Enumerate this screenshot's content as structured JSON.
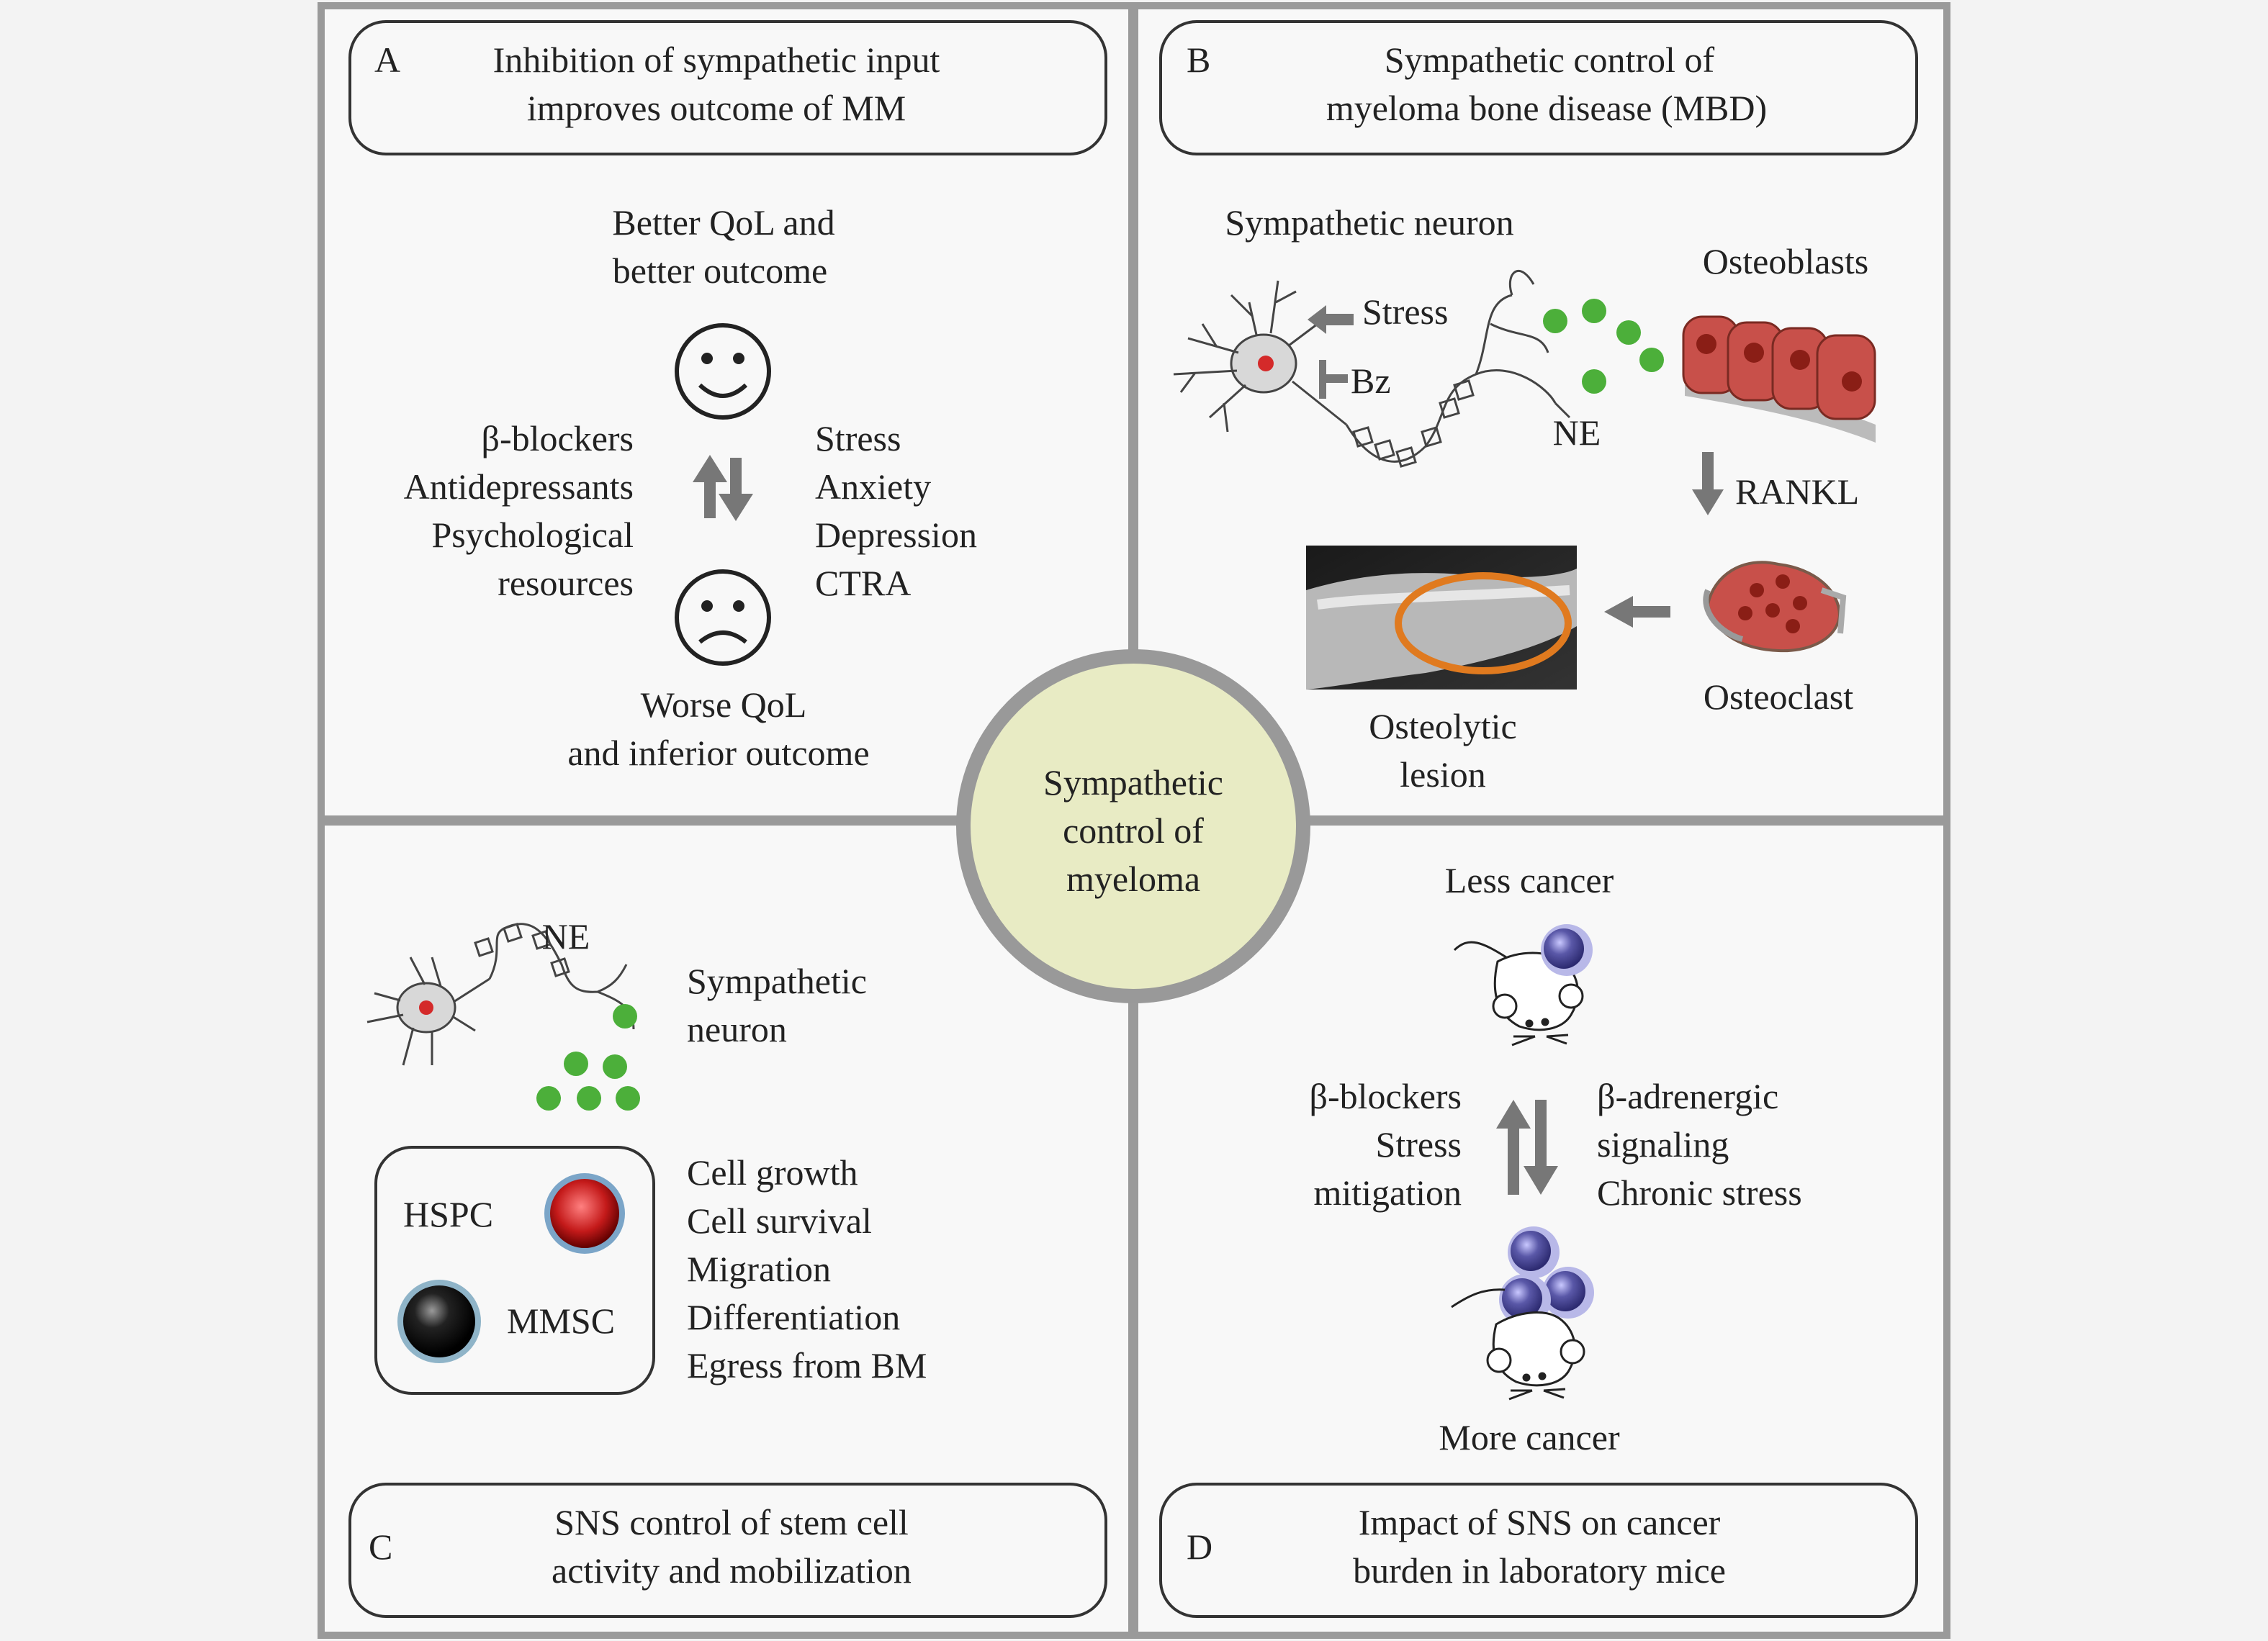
{
  "center": {
    "lines": [
      "Sympathetic",
      "control of",
      "myeloma"
    ]
  },
  "panel_a": {
    "letter": "A",
    "title_lines": [
      "Inhibition of sympathetic input",
      "improves outcome of MM"
    ],
    "top_label_lines": [
      "Better QoL and",
      "better outcome"
    ],
    "left_lines": [
      "β-blockers",
      "Antidepressants",
      "Psychological",
      "resources"
    ],
    "right_lines": [
      "Stress",
      "Anxiety",
      "Depression",
      "CTRA"
    ],
    "bottom_label_lines": [
      "Worse QoL",
      "and inferior outcome"
    ],
    "icons": [
      "smiley-face-icon",
      "sad-face-icon",
      "up-down-arrows-icon"
    ]
  },
  "panel_b": {
    "letter": "B",
    "title_lines": [
      "Sympathetic control of",
      "myeloma bone disease (MBD)"
    ],
    "neuron_label": "Sympathetic neuron",
    "stress_label": "Stress",
    "bz_label": "Bz",
    "ne_label": "NE",
    "osteoblasts_label": "Osteoblasts",
    "rankl_label": "RANKL",
    "osteoclast_label": "Osteoclast",
    "lesion_label_lines": [
      "Osteolytic",
      "lesion"
    ]
  },
  "panel_c": {
    "letter": "C",
    "title_lines": [
      "SNS control of stem cell",
      "activity and mobilization"
    ],
    "ne_label": "NE",
    "neuron_label_lines": [
      "Sympathetic",
      "neuron"
    ],
    "hspc_label": "HSPC",
    "mmsc_label": "MMSC",
    "effects_lines": [
      "Cell growth",
      "Cell survival",
      "Migration",
      "Differentiation",
      "Egress from BM"
    ]
  },
  "panel_d": {
    "letter": "D",
    "title_lines": [
      "Impact of SNS on cancer",
      "burden in laboratory mice"
    ],
    "top_label": "Less cancer",
    "left_lines": [
      "β-blockers",
      "Stress",
      "mitigation"
    ],
    "right_lines": [
      "β-adrenergic",
      "signaling",
      "Chronic stress"
    ],
    "bottom_label": "More cancer"
  },
  "colors": {
    "frame": "#9a9a9a",
    "panel_bg": "#f8f8f8",
    "center_fill": "#e8ebc4",
    "center_ring": "#999999",
    "ne_dot": "#4caf3a",
    "neuron_nucleus": "#d42a2a",
    "osteo_red": "#c8504a",
    "lesion_ring": "#e07a1f",
    "cancer_cell": "#5a58a8"
  }
}
